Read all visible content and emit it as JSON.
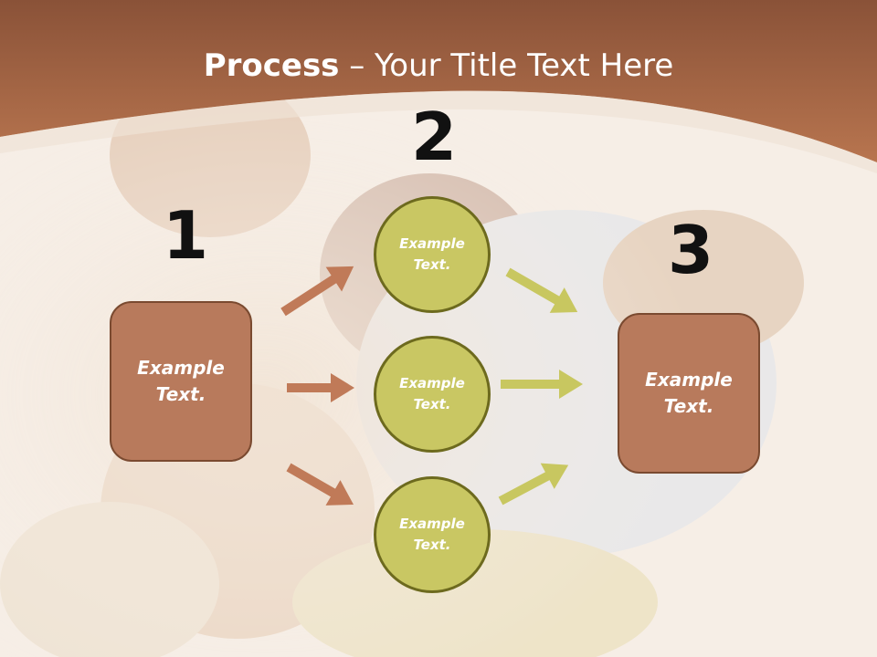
{
  "title": {
    "bold": "Process",
    "rest": " – Your Title Text Here"
  },
  "steps": [
    {
      "number": "1",
      "label_line1": "Example",
      "label_line2": "Text."
    },
    {
      "number": "2"
    },
    {
      "number": "3",
      "label_line1": "Example",
      "label_line2": "Text."
    }
  ],
  "circles": [
    {
      "label_line1": "Example",
      "label_line2": "Text."
    },
    {
      "label_line1": "Example",
      "label_line2": "Text."
    },
    {
      "label_line1": "Example",
      "label_line2": "Text."
    }
  ],
  "colors": {
    "header": "#b06f4c",
    "box_fill": "#b87a5c",
    "circle_fill": "#c9c763",
    "left_arrow": "#c07a58",
    "right_arrow": "#c8c760"
  }
}
